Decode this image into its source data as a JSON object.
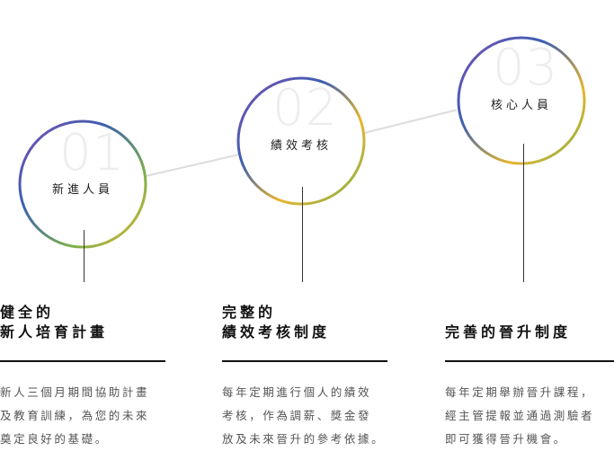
{
  "steps": [
    {
      "number": "01",
      "label": "新進人員"
    },
    {
      "number": "02",
      "label": "績效考核"
    },
    {
      "number": "03",
      "label": "核心人員"
    }
  ],
  "columns": [
    {
      "title_lines": [
        "健全的",
        "新人培育計畫"
      ],
      "desc_lines": [
        "新人三個月期間協助計畫",
        "及教育訓練，為您的未來",
        "奠定良好的基礎。"
      ]
    },
    {
      "title_lines": [
        "完整的",
        "績效考核制度"
      ],
      "desc_lines": [
        "每年定期進行個人的績效",
        "考核，作為調薪、獎金發",
        "放及未來晉升的參考依據。"
      ]
    },
    {
      "title_lines": [
        "完善的晉升制度"
      ],
      "desc_lines": [
        "每年定期舉辦晉升課程，",
        "經主管提報並通過測驗者",
        "即可獲得晉升機會。"
      ]
    }
  ],
  "colors": {
    "ring_gradient": [
      "#3b5fb0",
      "#7a4fb5",
      "#e8b52e",
      "#79b04a"
    ],
    "connector": "#dcdcdc",
    "number": "#ededed"
  }
}
